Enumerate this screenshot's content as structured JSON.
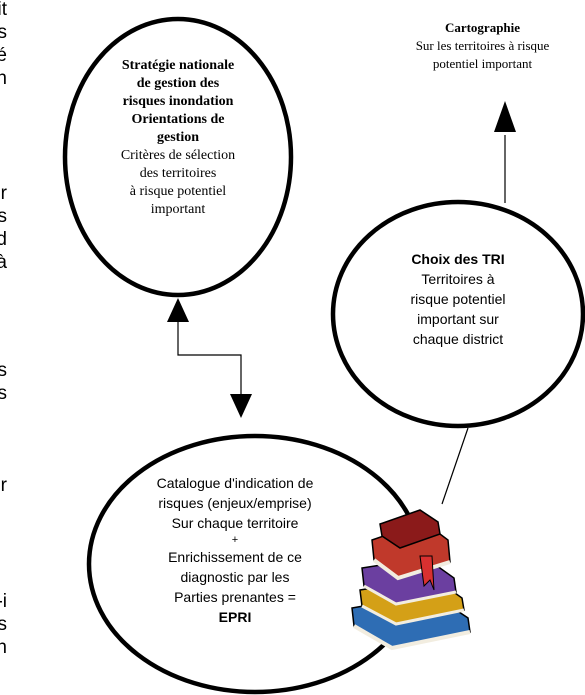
{
  "left_fragments": [
    "it",
    "s",
    "é",
    "n",
    "er",
    "s-",
    "d",
    "à",
    "s",
    "s",
    "r-",
    "i-",
    "s",
    "n-"
  ],
  "strategy": {
    "title": [
      "Stratégie nationale",
      "de gestion des",
      "risques inondation",
      "Orientations de",
      "gestion"
    ],
    "body": [
      "Critères de sélection",
      "des territoires",
      "à  risque potentiel",
      "important"
    ]
  },
  "cartographie": {
    "title": "Cartographie",
    "body": [
      "Sur les territoires à risque",
      "potentiel important"
    ]
  },
  "choix": {
    "title": "Choix des TRI",
    "body": [
      "Territoires à",
      "risque potentiel",
      "important sur",
      "chaque district"
    ]
  },
  "catalogue": {
    "body": [
      "Catalogue d'indication de",
      "risques (enjeux/emprise)",
      "Sur chaque territoire",
      "+",
      "Enrichissement de ce",
      "diagnostic par les",
      "Parties prenantes ="
    ],
    "emphasis": "EPRI"
  },
  "colors": {
    "books": [
      "#c0392b",
      "#6b3fa0",
      "#d4a017",
      "#2e6db4",
      "#8b1a1a"
    ],
    "stroke": "#000000"
  }
}
